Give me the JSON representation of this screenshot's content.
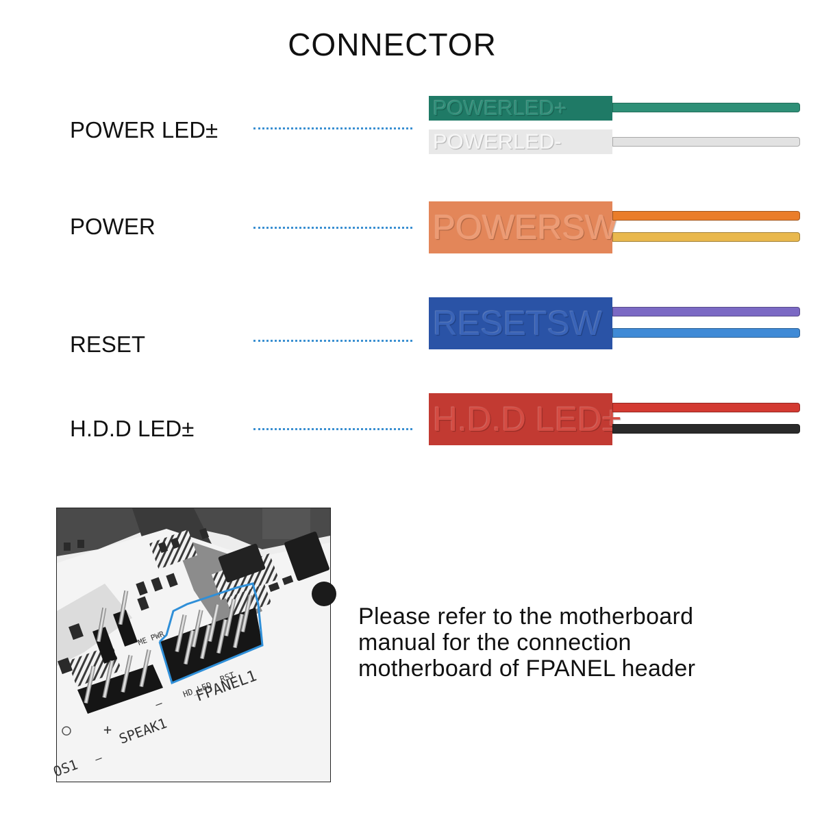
{
  "title": "CONNECTOR",
  "rows": [
    {
      "label": "POWER LED±"
    },
    {
      "label": "POWER"
    },
    {
      "label": "RESET"
    },
    {
      "label": "H.D.D LED±"
    }
  ],
  "plugs": [
    {
      "text": "POWERLED+",
      "bg": "#1f7a66",
      "fg": "#2f8f79",
      "wire": "#2e8f77"
    },
    {
      "text": "POWERLED-",
      "bg": "#e8e8e8",
      "fg": "#f6f6f6",
      "wire": "#e2e2e2"
    },
    {
      "text": "POWERSW",
      "bg": "#e38659",
      "fg": "#ed9b74",
      "wires": [
        "#ea7d2a",
        "#e9b84d"
      ]
    },
    {
      "text": "RESETSW",
      "bg": "#2a53a6",
      "fg": "#3a64b8",
      "wires": [
        "#7b69c4",
        "#3f8ad6"
      ]
    },
    {
      "text": "H.D.D LED±",
      "bg": "#c23a32",
      "fg": "#d44c43",
      "wires": [
        "#d33a31",
        "#2a2a2a"
      ]
    }
  ],
  "board": {
    "header_label": "FPANEL1",
    "pin_labels": [
      "HD_LED",
      "RST"
    ],
    "speaker_label": "SPEAK1",
    "left_label": "OS1",
    "small_label": "ME PWR",
    "plus": "+",
    "minus": "—",
    "highlight_color": "#2f8fd8"
  },
  "note": {
    "lines": [
      "Please refer to the motherboard",
      "manual for the connection",
      "motherboard of FPANEL header"
    ]
  }
}
